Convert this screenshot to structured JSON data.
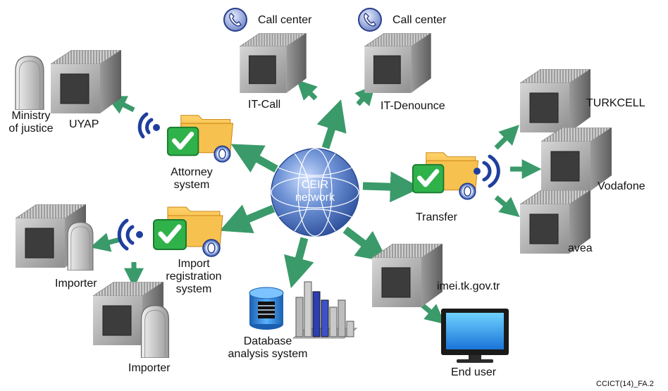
{
  "diagram": {
    "hub": {
      "line1": "CEIR",
      "line2": "network"
    },
    "call_center_left": "Call center",
    "call_center_right": "Call center",
    "it_call": "IT-Call",
    "it_denounce": "IT-Denounce",
    "ministry_line1": "Ministry",
    "ministry_line2": "of justice",
    "uyap": "UYAP",
    "attorney_line1": "Attorney",
    "attorney_line2": "system",
    "import_line1": "Import",
    "import_line2": "registration",
    "import_line3": "system",
    "importer_1": "Importer",
    "importer_2": "Importer",
    "database_line1": "Database",
    "database_line2": "analysis system",
    "imei": "imei.tk.gov.tr",
    "end_user": "End user",
    "transfer": "Transfer",
    "turkcell": "TURKCELL",
    "vodafone": "Vodafone",
    "avea": "avea",
    "figure_id": "CCICT(14)_FA.2"
  },
  "colors": {
    "arrow": "#3a9a6a",
    "globe": "#3d63b0",
    "folder": "#f5b23a",
    "check": "#2fb24a",
    "wifi": "#1f3f9e"
  },
  "icons": [
    "server-icon",
    "phone-icon",
    "folder-check-icon",
    "wireless-icon",
    "disk-icon",
    "tombstone-icon",
    "globe-icon",
    "database-icon",
    "bar-chart-icon",
    "monitor-icon"
  ]
}
